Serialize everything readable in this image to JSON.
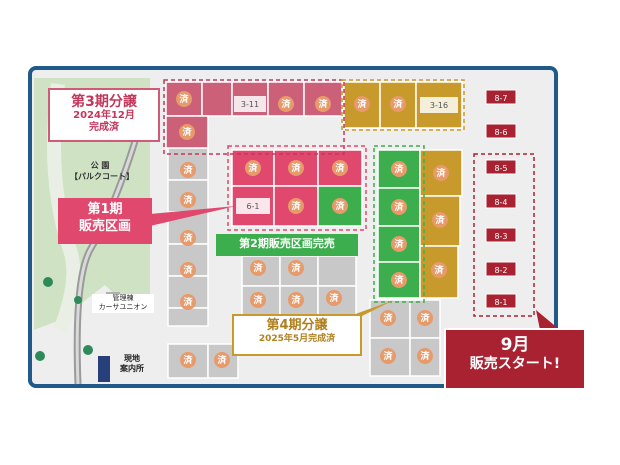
{
  "map": {
    "frame_color": "#1f5a8a",
    "park_label": "公 園",
    "park_sublabel": "【パルクコート】",
    "management_label": "管理棟",
    "management_sublabel": "カーサユニオン",
    "office_label": "現地",
    "office_sublabel": "案内所",
    "sold_mark": "済",
    "lot_labels": {
      "lot_3_11": "3-11",
      "lot_3_16": "3-16",
      "lot_6_1": "6-1",
      "lot_8_7": "8-7",
      "lot_8_6": "8-6",
      "lot_8_5": "8-5",
      "lot_8_4": "8-4",
      "lot_8_3": "8-3",
      "lot_8_2": "8-2",
      "lot_8_1": "8-1"
    }
  },
  "callouts": {
    "phase3": {
      "title": "第3期分譲",
      "line2": "2024年12月",
      "line3": "完成済",
      "color": "#c2375c"
    },
    "phase1": {
      "title": "第1期",
      "line2": "販売区画",
      "color": "#e0486e"
    },
    "phase2": {
      "title": "第2期販売区画完売",
      "color": "#3cae4e"
    },
    "phase4": {
      "title": "第4期分譲",
      "line2": "2025年5月完成済",
      "color": "#c89a2c"
    },
    "september": {
      "title": "9月",
      "line2": "販売スタート!",
      "color": "#a82232"
    }
  }
}
